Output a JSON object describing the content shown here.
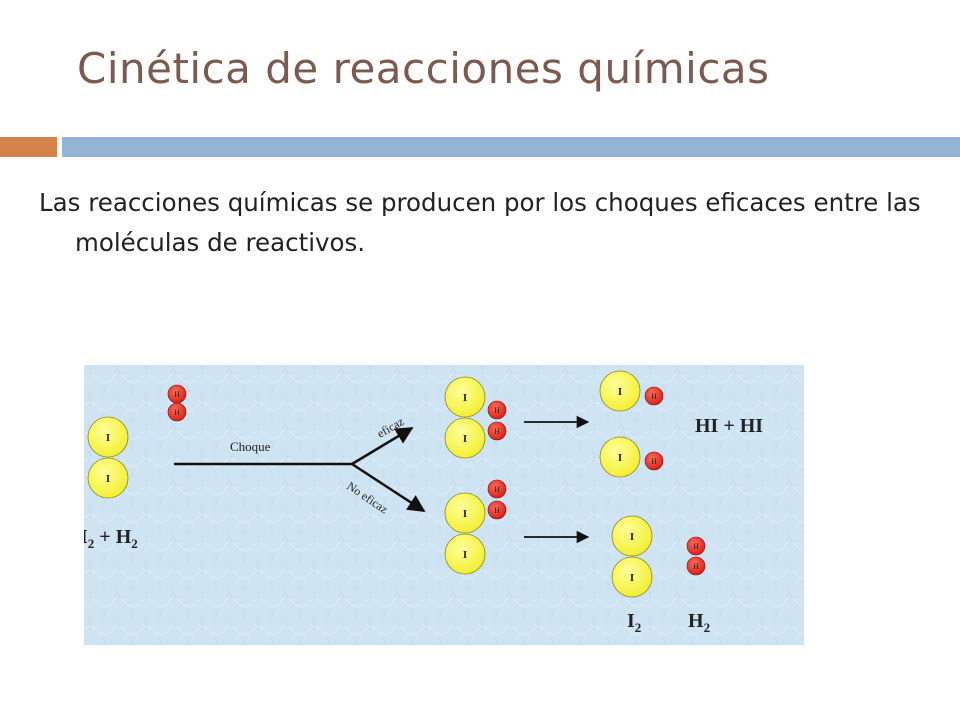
{
  "slide": {
    "title": "Cinética de reacciones químicas",
    "body": "Las reacciones químicas se producen por los choques eficaces entre las moléculas de reactivos."
  },
  "colors": {
    "title": "#7b5b4f",
    "bar_accent": "#d5834b",
    "bar_main": "#93b4d4",
    "panel_bg": "#cfe4f3",
    "iodine": "#f5f23c",
    "hydrogen": "#e02a20"
  },
  "diagram": {
    "iodine_symbol": "I",
    "hydrogen_symbol": "H",
    "collision_label": "Choque",
    "effective_label": "eficaz",
    "ineffective_label": "No eficaz",
    "reactants": {
      "i_letter": "I",
      "i_sub": "2",
      "plus": " + ",
      "h_letter": "H",
      "h_sub": "2"
    },
    "products_effective": "HI + HI",
    "products_ineffective": {
      "i2": {
        "letter": "I",
        "sub": "2"
      },
      "h2": {
        "letter": "H",
        "sub": "2"
      }
    }
  }
}
